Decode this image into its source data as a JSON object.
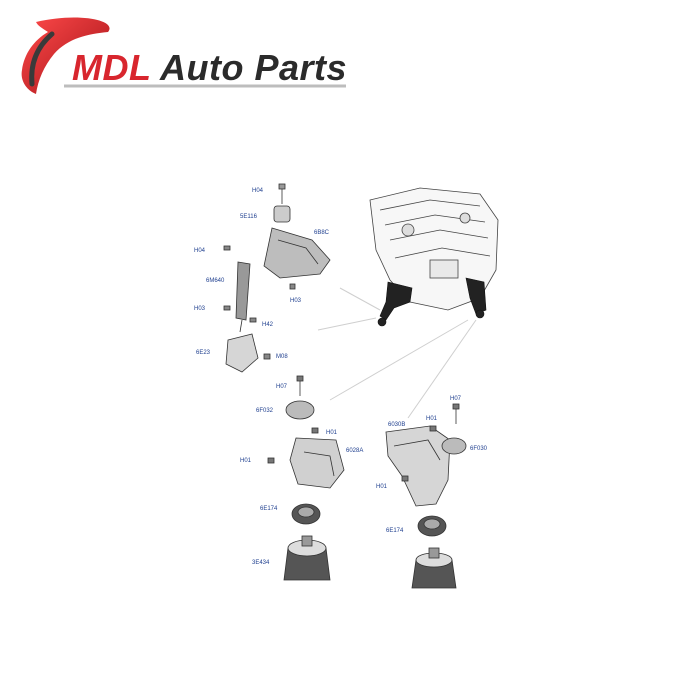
{
  "brand": {
    "name_part1": "MDL",
    "name_part2": " Auto Parts",
    "accent_color": "#d8262e",
    "text_color": "#2b2b2b"
  },
  "diagram": {
    "labels": {
      "l1": "H04",
      "l2": "5E116",
      "l3": "6B8C",
      "l4": "H04",
      "l5": "6M640",
      "l6": "H03",
      "l7": "H03",
      "l8": "H42",
      "l9": "6E23",
      "l10": "M08",
      "l11": "H07",
      "l12": "6F032",
      "l13": "H01",
      "l14": "H01",
      "l15": "6028A",
      "l16": "6E174",
      "l17": "3E434",
      "l18": "6030B",
      "l19": "H01",
      "l20": "H07",
      "l21": "6F030",
      "l22": "H01",
      "l23": "6E174"
    }
  }
}
